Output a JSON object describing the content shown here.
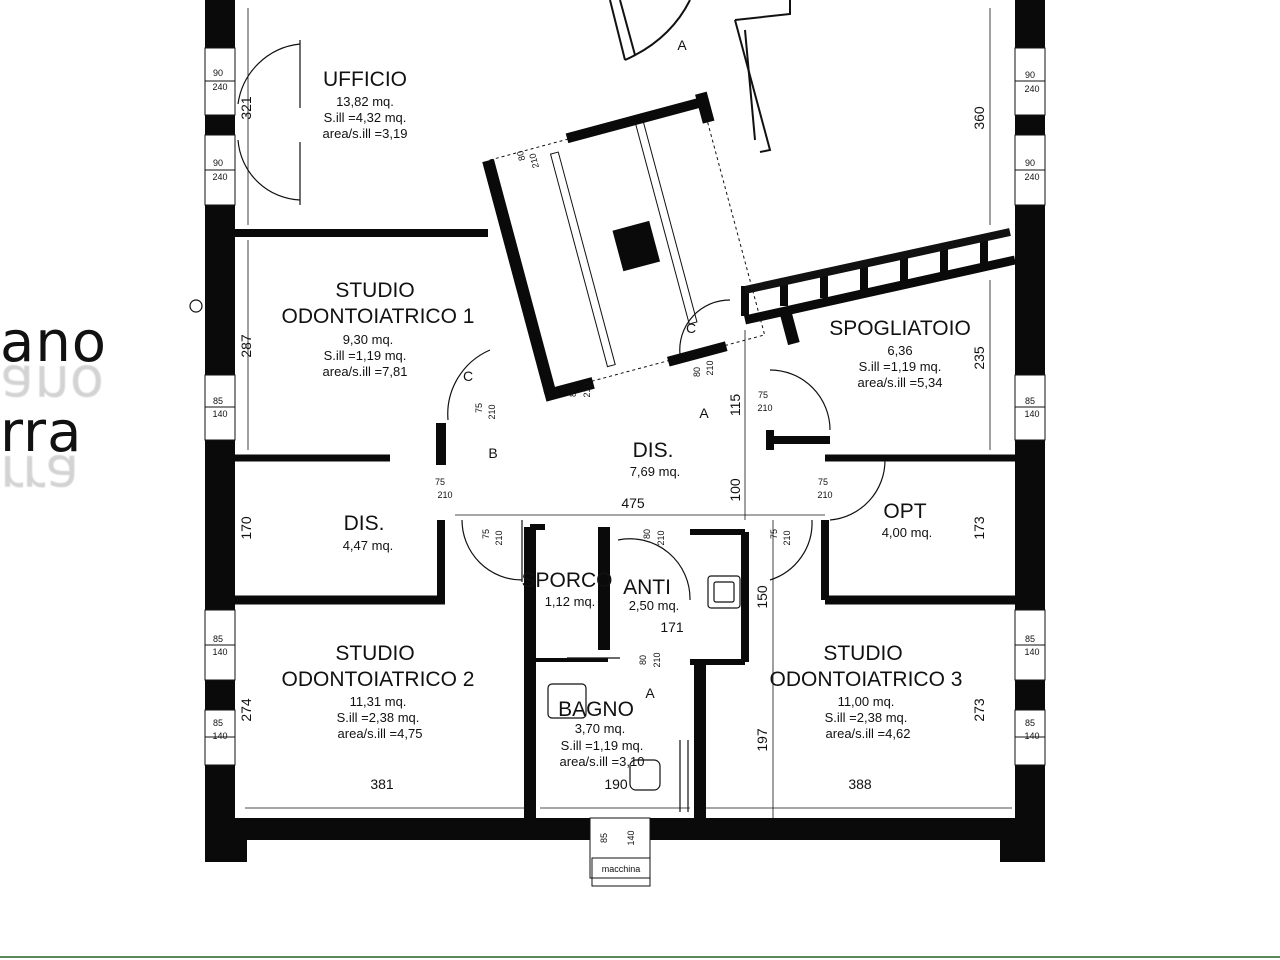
{
  "side_title": {
    "line1": "ano",
    "line2": "rra"
  },
  "rooms": {
    "ufficio": {
      "name": "UFFICIO",
      "area": "13,82 mq.",
      "sill": "S.ill =4,32 mq.",
      "ratio": "area/s.ill =3,19"
    },
    "studio1": {
      "name1": "STUDIO",
      "name2": "ODONTOIATRICO 1",
      "area": "9,30 mq.",
      "sill": "S.ill =1,19 mq.",
      "ratio": "area/s.ill =7,81"
    },
    "spogliatoio": {
      "name": "SPOGLIATOIO",
      "area": "6,36",
      "sill": "S.ill =1,19 mq.",
      "ratio": "area/s.ill =5,34"
    },
    "dis_main": {
      "name": "DIS.",
      "area": "7,69 mq."
    },
    "dis_small": {
      "name": "DIS.",
      "area": "4,47 mq."
    },
    "opt": {
      "name": "OPT",
      "area": "4,00 mq."
    },
    "sporco": {
      "name": "SPORCO",
      "area": "1,12 mq."
    },
    "anti": {
      "name": "ANTI",
      "area": "2,50 mq."
    },
    "bagno": {
      "name": "BAGNO",
      "area": "3,70 mq.",
      "sill": "S.ill =1,19 mq.",
      "ratio": "area/s.ill =3,10"
    },
    "studio2": {
      "name1": "STUDIO",
      "name2": "ODONTOIATRICO 2",
      "area": "11,31 mq.",
      "sill": "S.ill =2,38 mq.",
      "ratio": "area/s.ill =4,75"
    },
    "studio3": {
      "name1": "STUDIO",
      "name2": "ODONTOIATRICO 3",
      "area": "11,00 mq.",
      "sill": "S.ill =2,38 mq.",
      "ratio": "area/s.ill =4,62"
    }
  },
  "dimensions": {
    "d321": "321",
    "d360": "360",
    "d287": "287",
    "d235": "235",
    "d170": "170",
    "d173a": "173",
    "d274": "274",
    "d273": "273",
    "d475": "475",
    "d115": "115",
    "d100": "100",
    "d150": "150",
    "d171": "171",
    "d197": "197",
    "d381": "381",
    "d388": "388",
    "d190": "190"
  },
  "window_labels": {
    "w90": "90",
    "w240": "240",
    "w85": "85",
    "w140": "140"
  },
  "door_labels": {
    "d80": "80",
    "d210": "210",
    "d75": "75"
  },
  "markers": {
    "a": "A",
    "b": "B",
    "c": "C"
  },
  "macchina": "macchina"
}
